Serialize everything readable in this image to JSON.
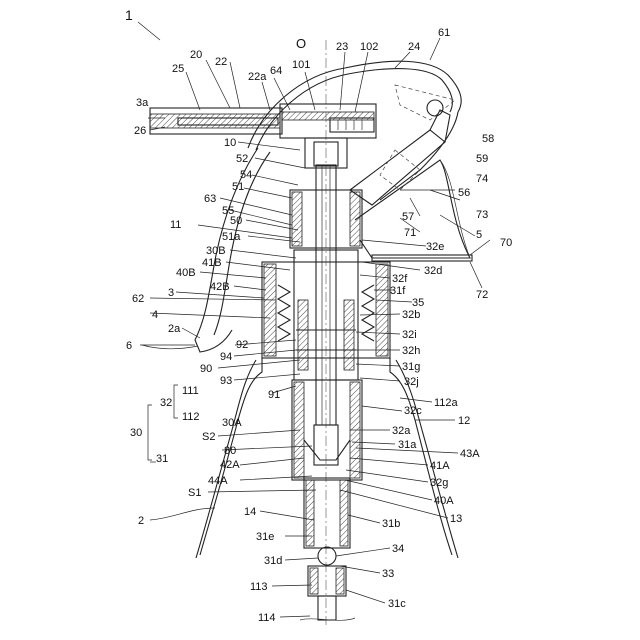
{
  "figure_number": "1",
  "axis_label": "O",
  "labels": {
    "p1": "1",
    "p2": "2",
    "p2a": "2a",
    "p3": "3",
    "p3a": "3a",
    "p4": "4",
    "p5": "5",
    "p6": "6",
    "p10": "10",
    "p11": "11",
    "p12": "12",
    "p13": "13",
    "p14": "14",
    "p20": "20",
    "p22": "22",
    "p22a": "22a",
    "p23": "23",
    "p24": "24",
    "p25": "25",
    "p26": "26",
    "p30": "30",
    "p30A": "30A",
    "p30B": "30B",
    "p31": "31",
    "p31a": "31a",
    "p31b": "31b",
    "p31c": "31c",
    "p31d": "31d",
    "p31e": "31e",
    "p31f": "31f",
    "p31g": "31g",
    "p32": "32",
    "p32a": "32a",
    "p32b": "32b",
    "p32c": "32c",
    "p32d": "32d",
    "p32e": "32e",
    "p32f": "32f",
    "p32g": "32g",
    "p32h": "32h",
    "p32i": "32i",
    "p32j": "32j",
    "p33": "33",
    "p34": "34",
    "p35": "35",
    "p40A": "40A",
    "p40B": "40B",
    "p41A": "41A",
    "p41B": "41B",
    "p42A": "42A",
    "p42B": "42B",
    "p43A": "43A",
    "p44A": "44A",
    "p50": "50",
    "p51": "51",
    "p51a": "51a",
    "p52": "52",
    "p54": "54",
    "p55": "55",
    "p56": "56",
    "p57": "57",
    "p58": "58",
    "p59": "59",
    "p61": "61",
    "p62": "62",
    "p63": "63",
    "p64": "64",
    "p70": "70",
    "p71": "71",
    "p72": "72",
    "p73": "73",
    "p74": "74",
    "p80": "80",
    "p90": "90",
    "p91": "91",
    "p92": "92",
    "p93": "93",
    "p94": "94",
    "p101": "101",
    "p102": "102",
    "p111": "111",
    "p112": "112",
    "p112a": "112a",
    "p113": "113",
    "p114": "114",
    "pS1": "S1",
    "pS2": "S2"
  }
}
